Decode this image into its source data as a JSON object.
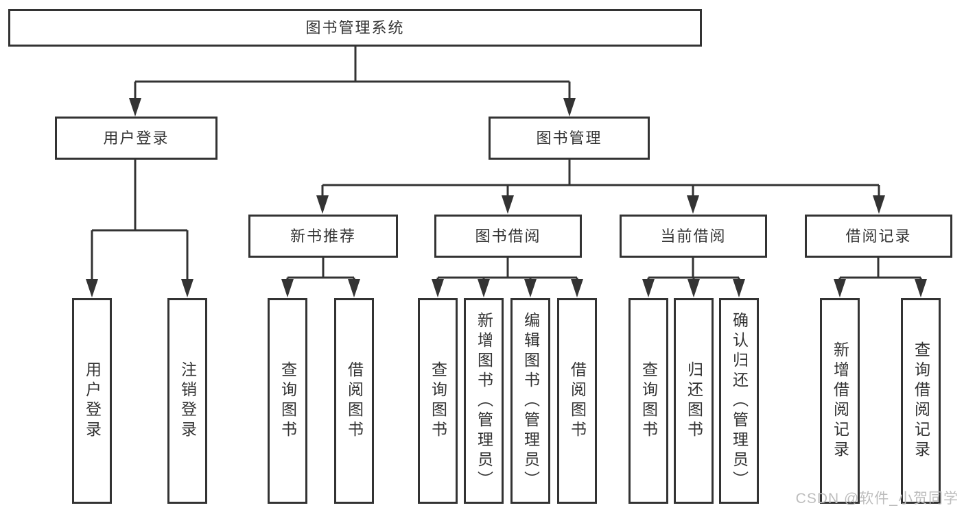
{
  "tree": {
    "label": "图书管理系统",
    "children": [
      {
        "label": "用户登录",
        "children": [
          {
            "label": "用户登录"
          },
          {
            "label": "注销登录"
          }
        ]
      },
      {
        "label": "图书管理",
        "children": [
          {
            "label": "新书推荐",
            "children": [
              {
                "label": "查询图书"
              },
              {
                "label": "借阅图书"
              }
            ]
          },
          {
            "label": "图书借阅",
            "children": [
              {
                "label": "查询图书"
              },
              {
                "label": "新增图书（管理员）"
              },
              {
                "label": "编辑图书（管理员）"
              },
              {
                "label": "借阅图书"
              }
            ]
          },
          {
            "label": "当前借阅",
            "children": [
              {
                "label": "查询图书"
              },
              {
                "label": "归还图书"
              },
              {
                "label": "确认归还（管理员）"
              }
            ]
          },
          {
            "label": "借阅记录",
            "children": [
              {
                "label": "新增借阅记录"
              },
              {
                "label": "查询借阅记录"
              }
            ]
          }
        ]
      }
    ]
  },
  "watermark": {
    "text": "CSDN @软件_小贺同学"
  },
  "colors": {
    "line": "#333333",
    "box_border": "#333333",
    "text": "#333333",
    "watermark": "#bdbdbd",
    "background": "#ffffff"
  }
}
